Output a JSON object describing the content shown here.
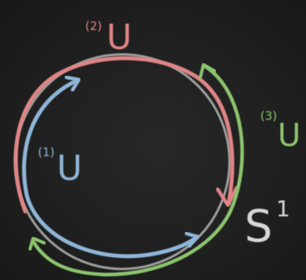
{
  "labels": {
    "u1_index": "(1)",
    "u1_letter": "U",
    "u2_index": "(2)",
    "u2_letter": "U",
    "u3_index": "(3)",
    "u3_letter": "U",
    "circle_name": "S",
    "circle_exponent": "1"
  },
  "colors": {
    "board": "#1e1f1e",
    "circle_chalk": "#b4b8b4",
    "arc_u1": "#8fb6d8",
    "arc_u2": "#e08486",
    "arc_u3": "#8cc46e",
    "label_s1": "#d6d8d4"
  }
}
